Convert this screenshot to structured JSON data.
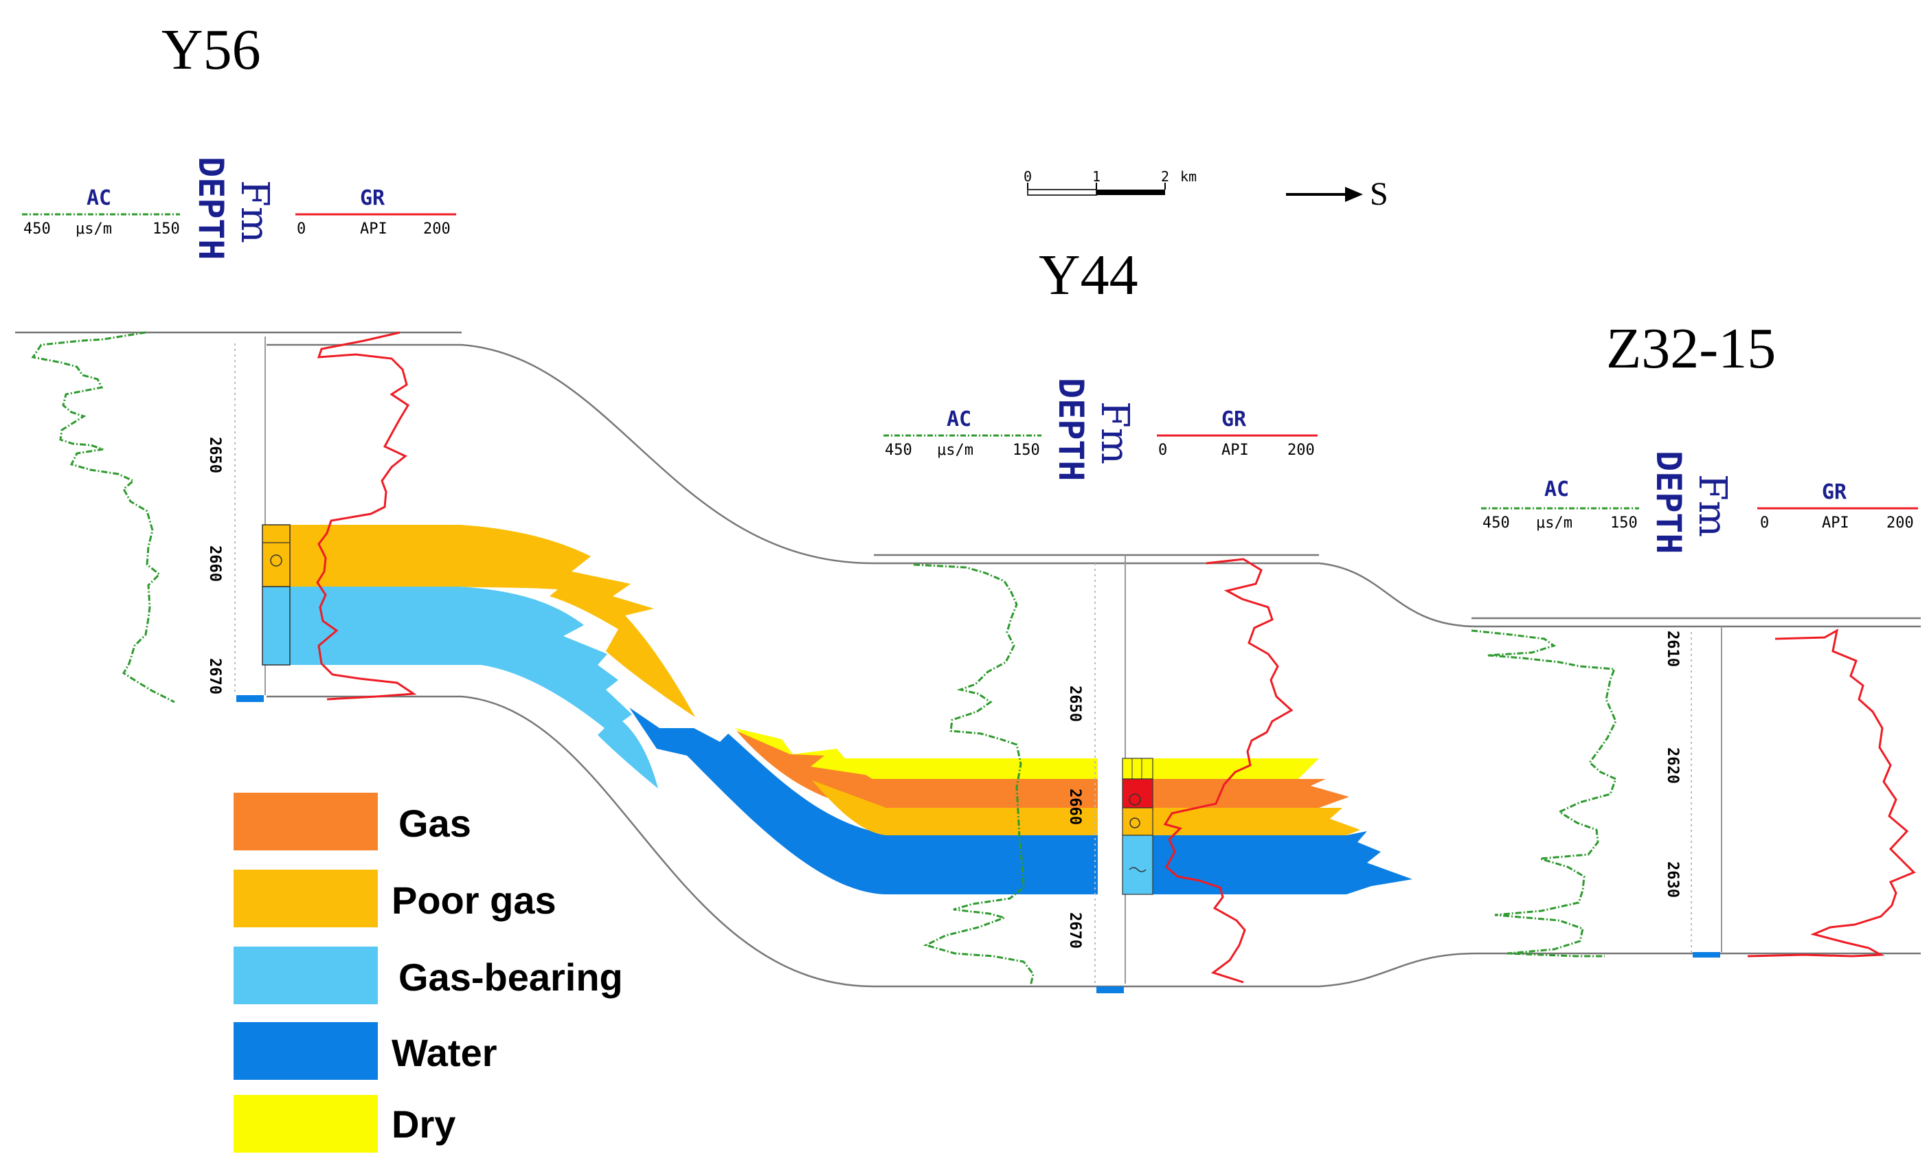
{
  "wells": [
    {
      "name": "Y56",
      "ac_label": "AC",
      "ac_min": "450",
      "ac_unit": "μs/m",
      "ac_max": "150",
      "depth_label": "DEPTH",
      "fm_label": "Fm",
      "gr_label": "GR",
      "gr_min": "0",
      "gr_unit": "API",
      "gr_max": "200",
      "depth_ticks": [
        "2650",
        "2660",
        "2670"
      ]
    },
    {
      "name": "Y44",
      "ac_label": "AC",
      "ac_min": "450",
      "ac_unit": "μs/m",
      "ac_max": "150",
      "depth_label": "DEPTH",
      "fm_label": "Fm",
      "gr_label": "GR",
      "gr_min": "0",
      "gr_unit": "API",
      "gr_max": "200",
      "depth_ticks": [
        "2650",
        "2660",
        "2670"
      ]
    },
    {
      "name": "Z32-15",
      "ac_label": "AC",
      "ac_min": "450",
      "ac_unit": "μs/m",
      "ac_max": "150",
      "depth_label": "DEPTH",
      "fm_label": "Fm",
      "gr_label": "GR",
      "gr_min": "0",
      "gr_unit": "API",
      "gr_max": "200",
      "depth_ticks": [
        "2610",
        "2620",
        "2630"
      ]
    }
  ],
  "scale_bar": {
    "ticks": [
      "0",
      "1",
      "2"
    ],
    "unit": "km"
  },
  "direction": {
    "label": "S"
  },
  "legend": [
    {
      "label": "Gas",
      "color": "#f8832b"
    },
    {
      "label": "Poor gas",
      "color": "#fbbd08"
    },
    {
      "label": "Gas-bearing",
      "color": "#56c8f3"
    },
    {
      "label": "Water",
      "color": "#0b7fe3"
    },
    {
      "label": "Dry",
      "color": "#fcfc00"
    }
  ],
  "colors": {
    "ac_curve": "#2e9a2e",
    "gr_curve": "#ee1c24",
    "gas_red": "#e8121c",
    "header_text": "#1a1f8f"
  }
}
